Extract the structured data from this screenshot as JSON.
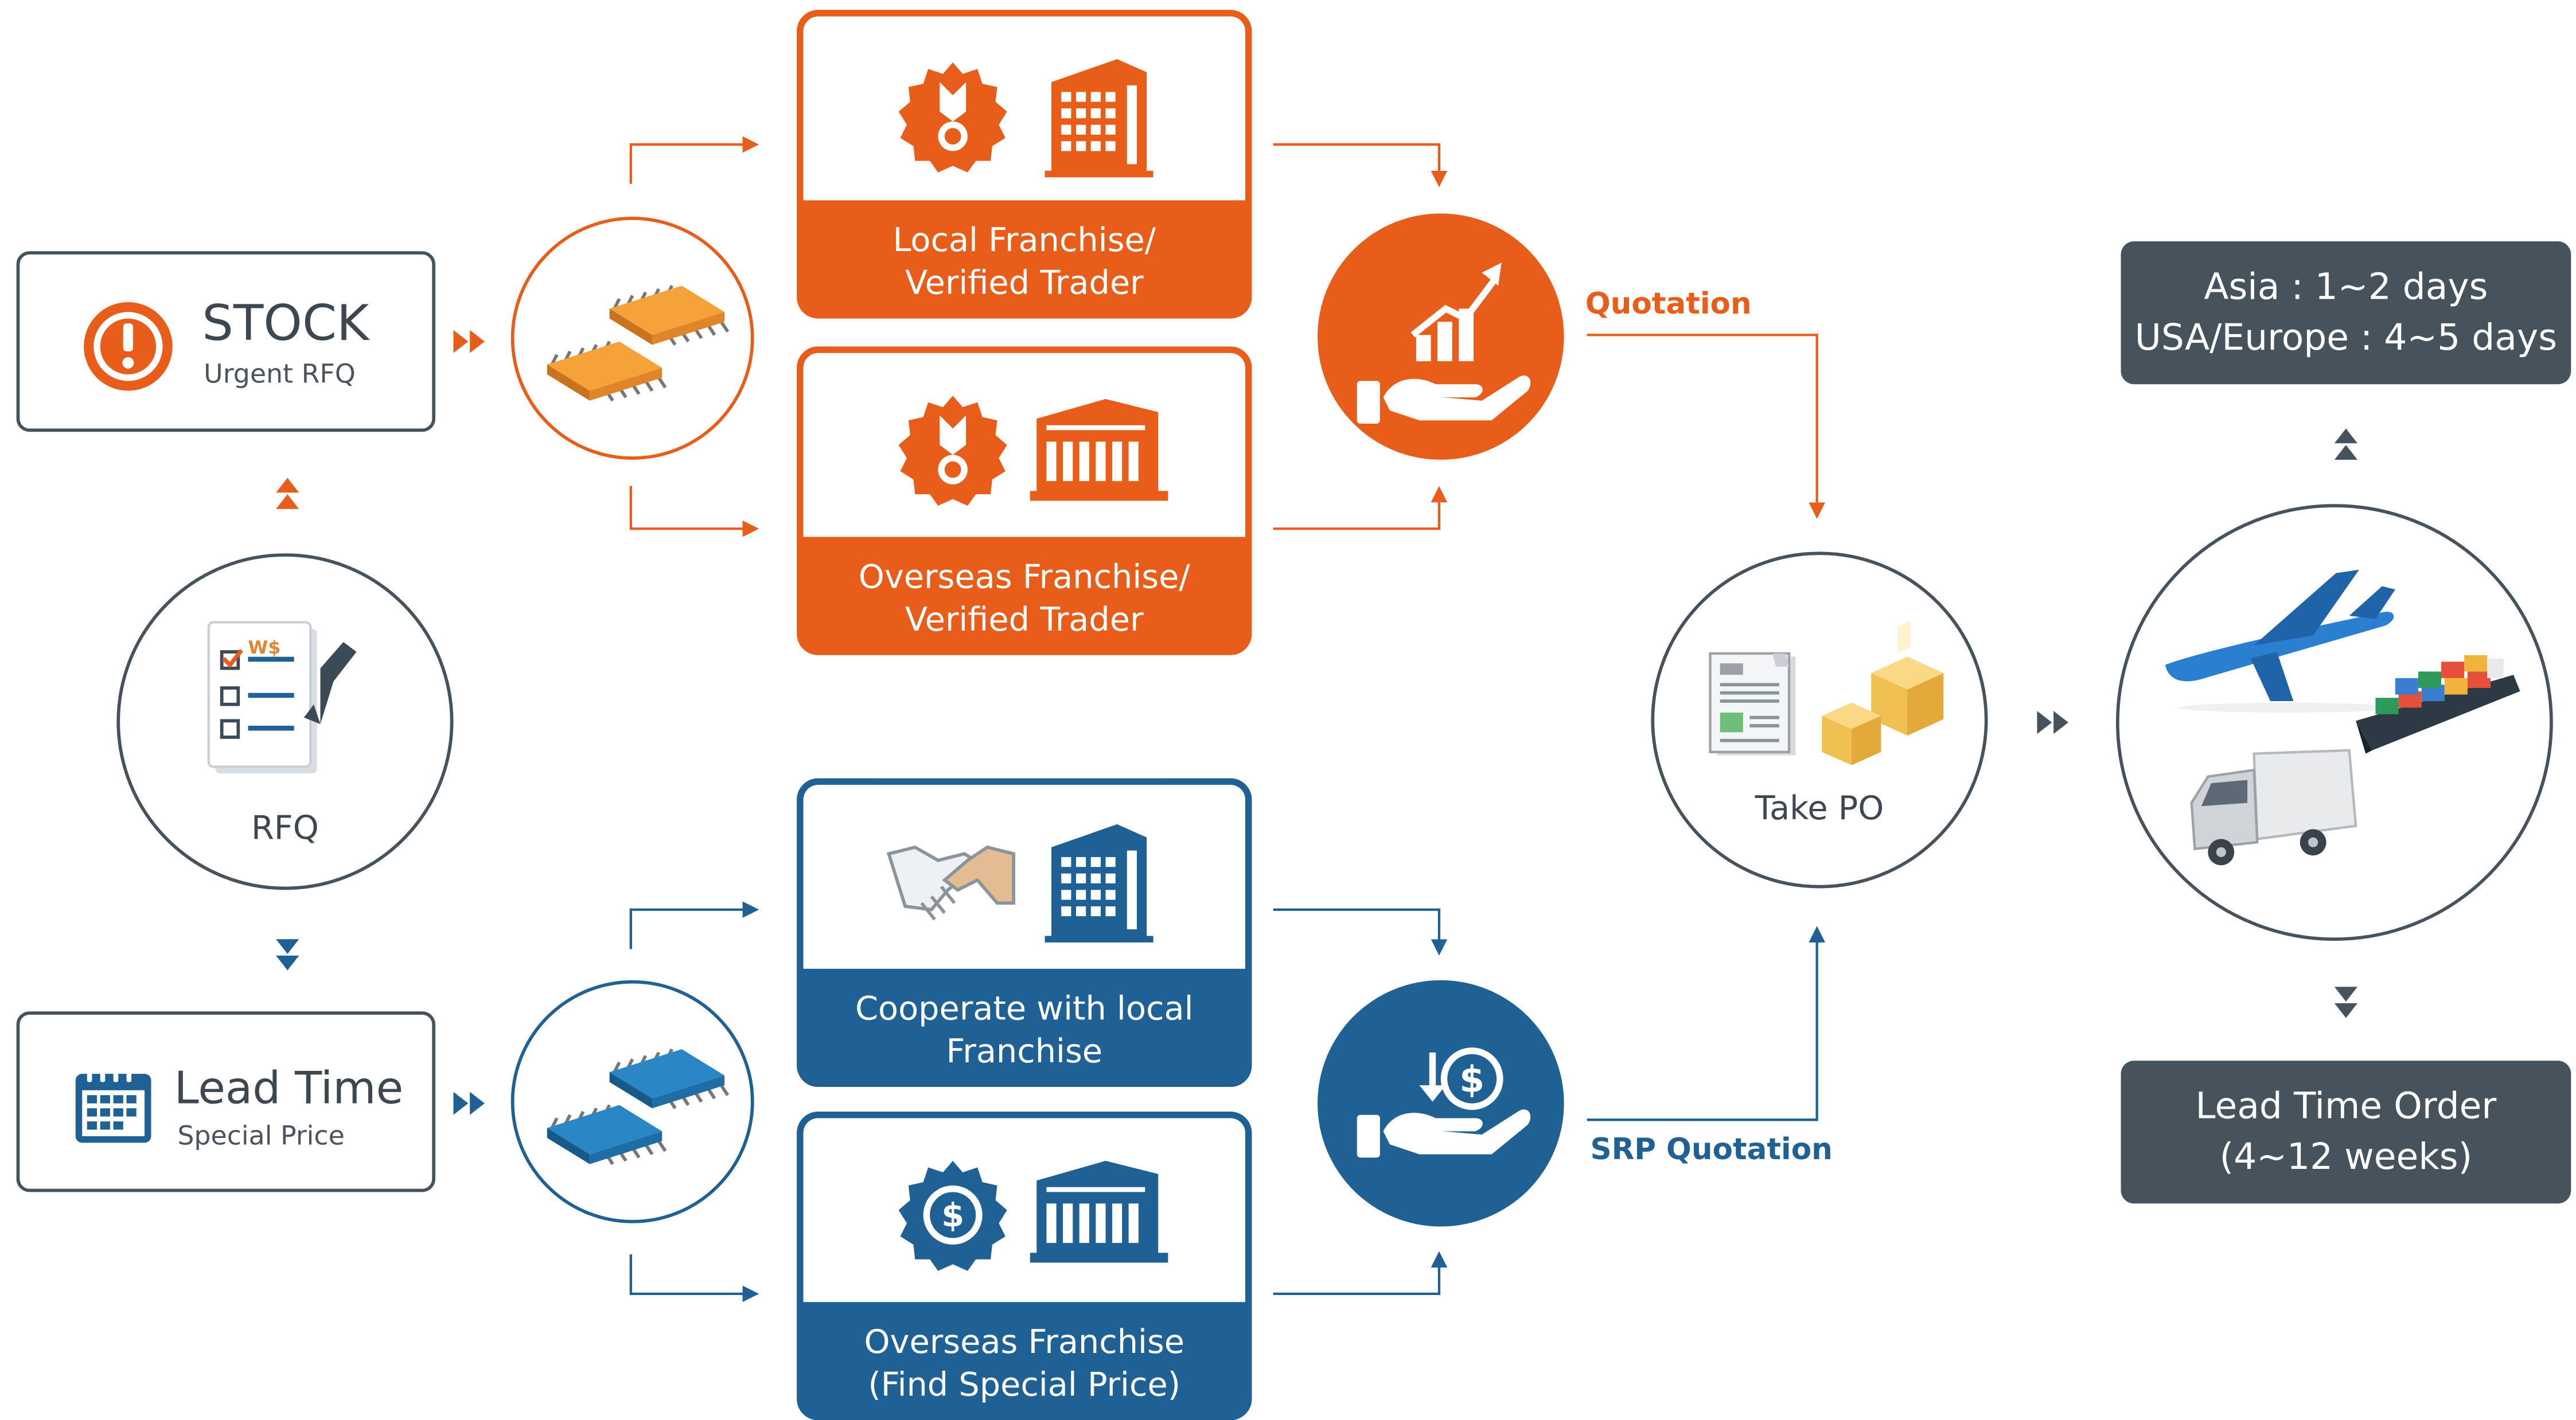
{
  "stock": {
    "title": "STOCK",
    "subtitle": "Urgent RFQ"
  },
  "rfq": {
    "label": "RFQ",
    "badge": "W$"
  },
  "lead": {
    "title": "Lead Time",
    "subtitle": "Special Price"
  },
  "orange_cards": [
    {
      "label_1": "Local Franchise/",
      "label_2": "Verified Trader"
    },
    {
      "label_1": "Overseas Franchise/",
      "label_2": "Verified Trader"
    }
  ],
  "blue_cards": [
    {
      "label_1": "Cooperate with local",
      "label_2": "Franchise"
    },
    {
      "label_1": "Overseas Franchise",
      "label_2": "(Find Special Price)"
    }
  ],
  "quotation_label": "Quotation",
  "srp_label": "SRP Quotation",
  "take_po": "Take PO",
  "shipping": {
    "line_1": "Asia : 1~2 days",
    "line_2": "USA/Europe : 4~5 days"
  },
  "lead_order": {
    "line_1": "Lead Time Order",
    "line_2": "(4~12 weeks)"
  },
  "colors": {
    "orange": "#e85d1a",
    "blue": "#1f6195",
    "dark": "#46525c"
  }
}
